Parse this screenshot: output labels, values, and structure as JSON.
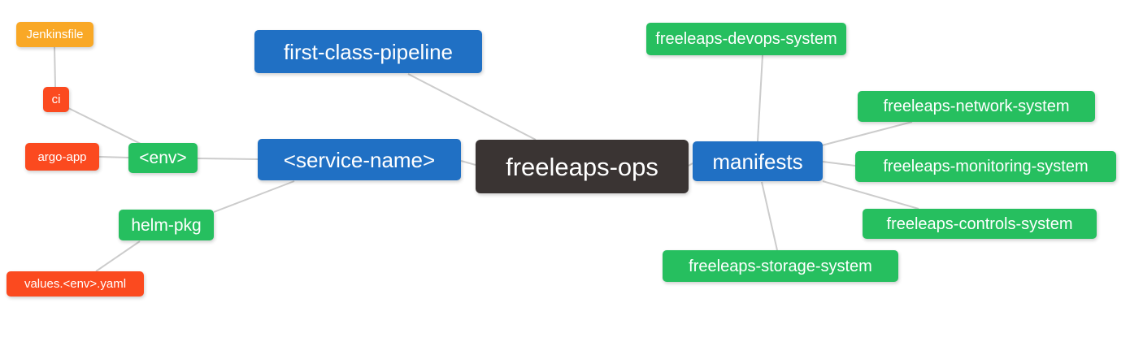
{
  "colors": {
    "background": "#ffffff",
    "root_node": "#3a3433",
    "branch_node": "#2070c4",
    "green_node": "#26bf5f",
    "orange_node": "#f9a826",
    "red_node": "#fb4a1f",
    "edge": "#cccccc",
    "node_text": "#ffffff"
  },
  "nodes": {
    "root": {
      "label": "freeleaps-ops"
    },
    "first_class_pipeline": {
      "label": "first-class-pipeline"
    },
    "service_name": {
      "label": "<service-name>"
    },
    "manifests": {
      "label": "manifests"
    },
    "env": {
      "label": "<env>"
    },
    "helm_pkg": {
      "label": "helm-pkg"
    },
    "ci": {
      "label": "ci"
    },
    "jenkinsfile": {
      "label": "Jenkinsfile"
    },
    "argo_app": {
      "label": "argo-app"
    },
    "values_env_yaml": {
      "label": "values.<env>.yaml"
    },
    "devops_system": {
      "label": "freeleaps-devops-system"
    },
    "network_system": {
      "label": "freeleaps-network-system"
    },
    "monitoring_system": {
      "label": "freeleaps-monitoring-system"
    },
    "controls_system": {
      "label": "freeleaps-controls-system"
    },
    "storage_system": {
      "label": "freeleaps-storage-system"
    }
  },
  "edges": [
    {
      "from": "jenkinsfile",
      "to": "ci"
    },
    {
      "from": "ci",
      "to": "env"
    },
    {
      "from": "argo_app",
      "to": "env"
    },
    {
      "from": "env",
      "to": "service_name"
    },
    {
      "from": "helm_pkg",
      "to": "service_name"
    },
    {
      "from": "values_env_yaml",
      "to": "helm_pkg"
    },
    {
      "from": "first_class_pipeline",
      "to": "root"
    },
    {
      "from": "service_name",
      "to": "root"
    },
    {
      "from": "root",
      "to": "manifests"
    },
    {
      "from": "manifests",
      "to": "devops_system"
    },
    {
      "from": "manifests",
      "to": "network_system"
    },
    {
      "from": "manifests",
      "to": "monitoring_system"
    },
    {
      "from": "manifests",
      "to": "controls_system"
    },
    {
      "from": "manifests",
      "to": "storage_system"
    }
  ]
}
